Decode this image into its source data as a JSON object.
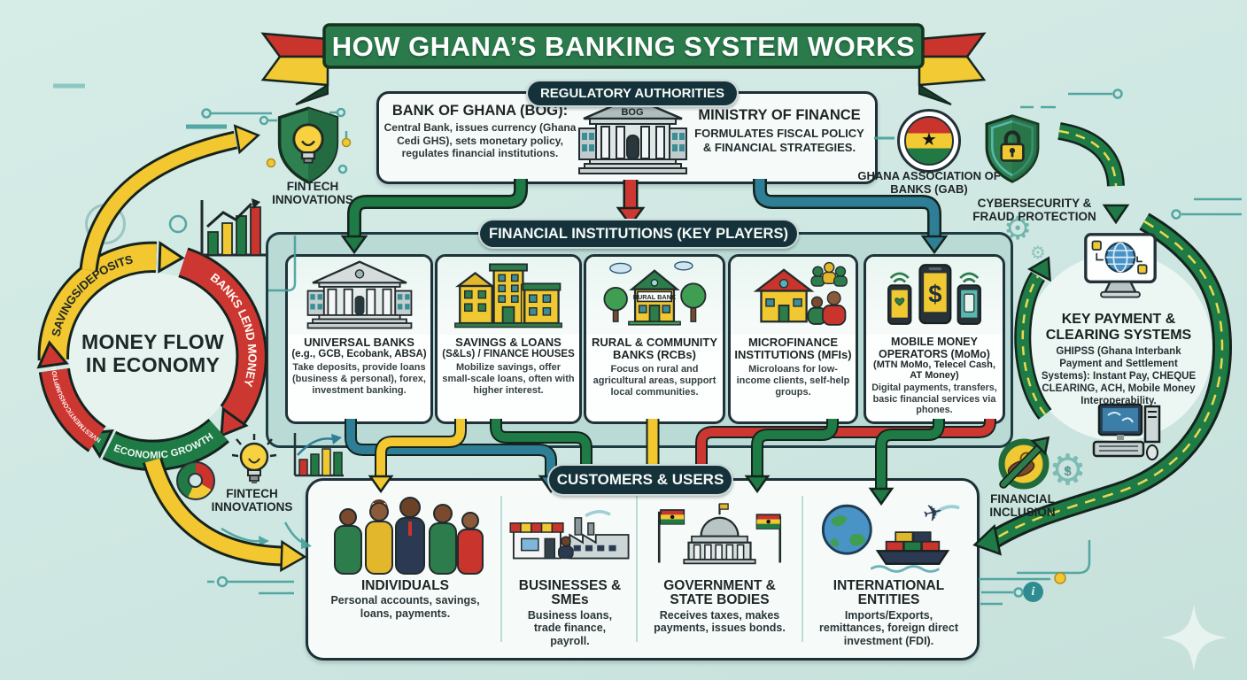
{
  "title": "HOW GHANA’S BANKING SYSTEM WORKS",
  "regulatory": {
    "badge": "REGULATORY AUTHORITIES",
    "bog_title": "BANK OF GHANA (BOG):",
    "bog_text": "Central Bank, issues currency (Ghana Cedi GHS), sets monetary policy, regulates financial institutions.",
    "bog_building_label": "BOG",
    "mof_title": "MINISTRY OF FINANCE",
    "mof_text": "FORMULATES FISCAL POLICY & FINANCIAL STRATEGIES."
  },
  "institutions": {
    "badge": "FINANCIAL INSTITUTIONS (KEY PLAYERS)",
    "items": [
      {
        "title": "UNIVERSAL BANKS",
        "subtitle": "(e.g., GCB, Ecobank, ABSA)",
        "text": "Take deposits, provide loans (business & personal), forex, investment banking."
      },
      {
        "title": "SAVINGS & LOANS",
        "subtitle": "(S&Ls) / FINANCE HOUSES",
        "text": "Mobilize savings, offer small-scale loans, often with higher interest."
      },
      {
        "title": "RURAL & COMMUNITY BANKS (RCBs)",
        "subtitle": "",
        "text": "Focus on rural and agricultural areas, support local communities.",
        "sign": "RURAL BANK"
      },
      {
        "title": "MICROFINANCE INSTITUTIONS (MFIs)",
        "subtitle": "",
        "text": "Microloans for low-income clients, self-help groups."
      },
      {
        "title": "MOBILE MONEY OPERATORS (MoMo)",
        "subtitle": "(MTN MoMo, Telecel Cash, AT Money)",
        "text": "Digital payments, transfers, basic financial services via phones."
      }
    ]
  },
  "customers": {
    "badge": "CUSTOMERS & USERS",
    "items": [
      {
        "title": "INDIVIDUALS",
        "text": "Personal accounts, savings, loans, payments."
      },
      {
        "title": "BUSINESSES & SMEs",
        "text": "Business loans, trade finance, payroll."
      },
      {
        "title": "GOVERNMENT & STATE BODIES",
        "text": "Receives taxes, makes payments, issues bonds."
      },
      {
        "title": "INTERNATIONAL ENTITIES",
        "text": "Imports/Exports, remittances, foreign direct investment (FDI)."
      }
    ]
  },
  "money_flow": {
    "line1": "MONEY FLOW",
    "line2": "IN ECONOMY",
    "arc_top_left": "SAVINGS/DEPOSITS",
    "arc_top_right": "BANKS LEND MONEY",
    "arc_bottom_right": "ECONOMIC GROWTH",
    "arc_bottom_left": "INVESTMENT/CONSUMPTION"
  },
  "labels": {
    "fintech_top": "FINTECH INNOVATIONS",
    "fintech_bottom": "FINTECH INNOVATIONS",
    "gab": "GHANA ASSOCIATION OF BANKS (GAB)",
    "cybersecurity": "CYBERSECURITY & FRAUD PROTECTION",
    "financial_inclusion": "FINANCIAL INCLUSION"
  },
  "payment": {
    "title": "KEY PAYMENT & CLEARING SYSTEMS",
    "text": "GHIPSS (Ghana Interbank Payment and Settlement Systems): Instant Pay, CHEQUE CLEARING, ACH, Mobile Money Interoperability."
  },
  "icons": {
    "dollar": "$",
    "gear": "⚙",
    "info": "i",
    "star": "★",
    "plane": "✈"
  },
  "colors": {
    "ghana_red": "#cd3732",
    "ghana_yellow": "#f2c72f",
    "ghana_green": "#1e7b45",
    "teal": "#2e7f96",
    "dark": "#15231e"
  }
}
